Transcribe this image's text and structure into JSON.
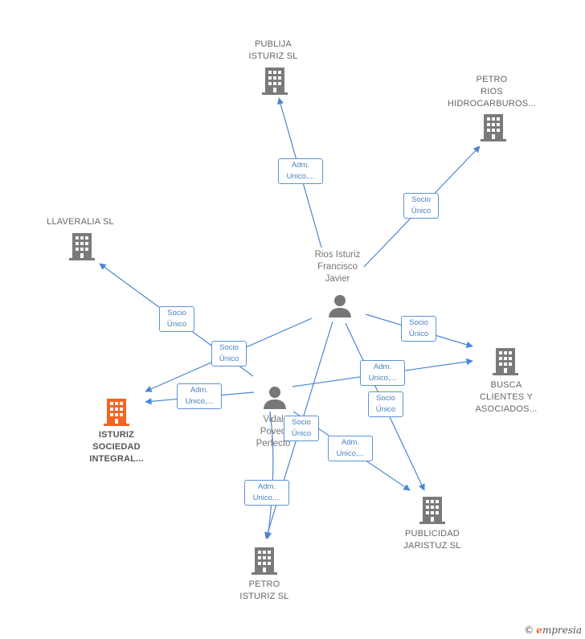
{
  "nodes": {
    "publija": {
      "label": "PUBLIJA\nISTURIZ  SL",
      "kind": "company"
    },
    "petro_rios": {
      "label": "PETRO\nRIOS\nHIDROCARBUROS...",
      "kind": "company"
    },
    "llaveralia": {
      "label": "LLAVERALIA SL",
      "kind": "company"
    },
    "isturiz": {
      "label": "ISTURIZ\nSOCIEDAD\nINTEGRAL...",
      "kind": "main"
    },
    "busca": {
      "label": "BUSCA\nCLIENTES Y\nASOCIADOS...",
      "kind": "company"
    },
    "publicidad": {
      "label": "PUBLICIDAD\nJARISTUZ  SL",
      "kind": "company"
    },
    "petro_isturiz": {
      "label": "PETRO\nISTURIZ  SL",
      "kind": "company"
    },
    "rios_person": {
      "label": "Rios Isturiz\nFrancisco\nJavier",
      "kind": "person"
    },
    "vidal_person": {
      "label": "Vidal\nPoved\nPerfecto",
      "kind": "person"
    }
  },
  "edges": [
    {
      "id": "e1",
      "label": "Adm.\nUnico,..."
    },
    {
      "id": "e2",
      "label": "Socio\nÚnico"
    },
    {
      "id": "e3",
      "label": "Socio\nÚnico"
    },
    {
      "id": "e4",
      "label": "Socio\nÚnico"
    },
    {
      "id": "e5",
      "label": "Socio\nÚnico"
    },
    {
      "id": "e6",
      "label": "Adm.\nUnico,..."
    },
    {
      "id": "e7",
      "label": "Adm.\nUnico,..."
    },
    {
      "id": "e8",
      "label": "Socio\nÚnico"
    },
    {
      "id": "e9",
      "label": "Socio\nÚnico"
    },
    {
      "id": "e10",
      "label": "Adm.\nUnico,..."
    },
    {
      "id": "e11",
      "label": "Adm.\nUnico,..."
    }
  ],
  "brand": {
    "copyright": "©",
    "name_initial": "e",
    "name_rest": "mpresia"
  },
  "colors": {
    "edge": "#4a86d4",
    "company_icon": "#7a7a7a",
    "main_icon": "#f26522",
    "person_icon": "#777777"
  }
}
